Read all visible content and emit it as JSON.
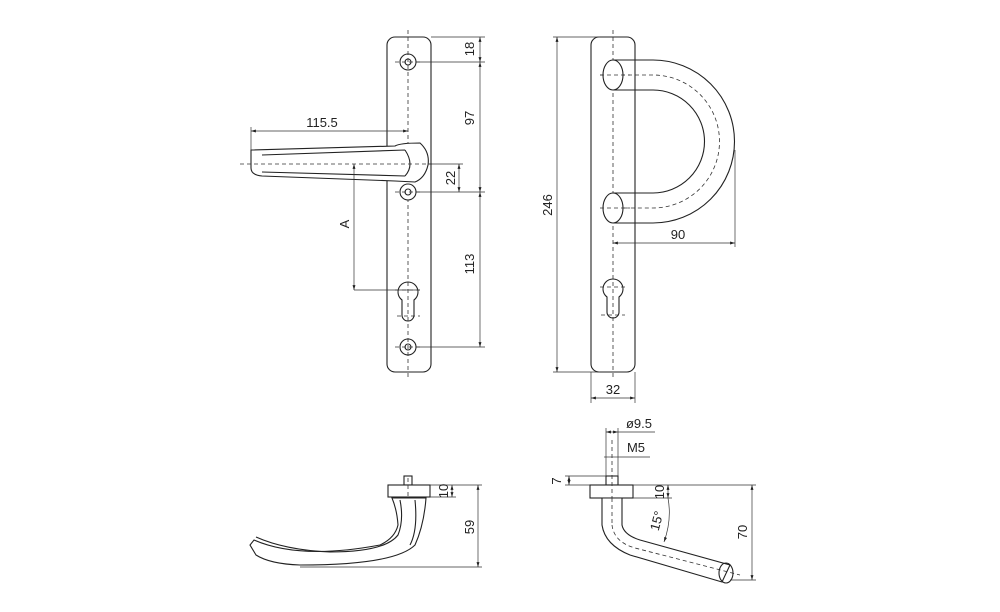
{
  "front_view": {
    "dims": {
      "lever_length": "115.5",
      "top": "18",
      "upper": "97",
      "offset": "22",
      "lower": "113",
      "backset": "A"
    }
  },
  "pull_view": {
    "dims": {
      "height": "246",
      "projection": "90",
      "width": "32"
    }
  },
  "lever_side_view": {
    "dims": {
      "rose": "10",
      "depth": "59"
    }
  },
  "pull_side_view": {
    "dims": {
      "diameter": "ø9.5",
      "thread": "M5",
      "stud": "7",
      "rose": "10",
      "angle": "15°",
      "depth": "70"
    }
  }
}
